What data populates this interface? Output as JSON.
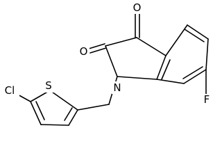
{
  "molecule": {
    "atoms": {
      "o_top": "O",
      "o_left": "O",
      "n": "N",
      "f": "F",
      "s": "S",
      "cl": "Cl"
    },
    "colors": {
      "background": "#ffffff",
      "ink": "#000000"
    }
  }
}
